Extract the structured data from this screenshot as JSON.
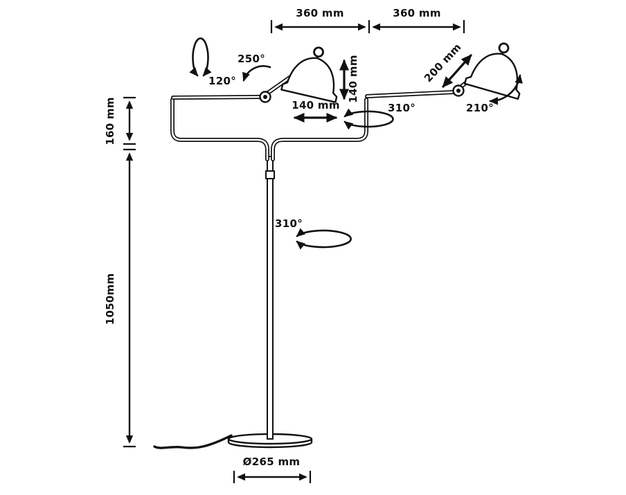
{
  "figure": {
    "type": "technical-dimension-drawing",
    "subject": "Double-arm floor lamp with two shades, dimension and rotation-angle callouts"
  },
  "labels": {
    "top_span_left": "360 mm",
    "top_span_right": "360 mm",
    "angle_left_forearm": "250°",
    "angle_left_arm_rotation": "120°",
    "shade_height": "140 mm",
    "shade_diameter": "140 mm",
    "forearm_length": "200 mm",
    "upper_section_height": "160 mm",
    "angle_right_riser_rotation": "310°",
    "angle_right_shade": "210°",
    "column_height": "1050mm",
    "angle_pole_rotation": "310°",
    "base_diameter": "Ø265 mm"
  },
  "colors": {
    "line": "#111111",
    "background": "#ffffff"
  }
}
